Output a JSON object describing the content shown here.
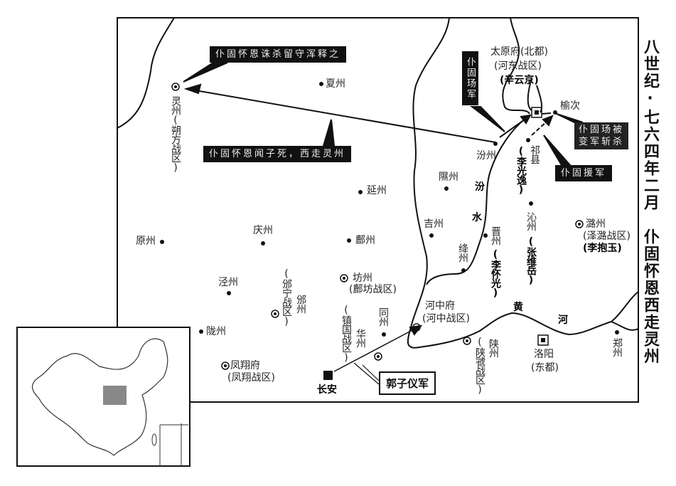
{
  "title": "八世纪·七六四年二月　仆固怀恩西走灵州",
  "callouts": {
    "killed_hun": "仆固怀恩诛杀留守浑释之",
    "flee_west": "仆固怀恩闻子死，西走灵州",
    "pugu_yang_army": "仆固玚军",
    "pugu_yang_killed_1": "仆固玚被",
    "pugu_yang_killed_2": "变军斩杀",
    "pugu_reinforce": "仆固援军",
    "guo_ziyi_army": "郭子仪军"
  },
  "places": {
    "lingzhou": "灵州",
    "lingzhou_zone": "(朔方战区)",
    "xiazhou": "夏州",
    "taiyuan": "太原府(北都)",
    "taiyuan_zone": "(河东战区)",
    "taiyuan_general": "(辛云京)",
    "yuci": "榆次",
    "fenzhou": "汾州",
    "qixian": "祁县",
    "qixian_general": "(李光逸)",
    "xizhou": "隰州",
    "jizhou": "吉州",
    "jinzhou": "晋州",
    "jinzhou_general": "(李怀光)",
    "qinzhou": "沁州",
    "qinzhou_general": "(张维岳)",
    "luzhou": "潞州",
    "luzhou_zone": "(泽潞战区)",
    "luzhou_general": "(李抱玉)",
    "jiangzhou": "绛州",
    "yanzhou": "延州",
    "qingzhou": "庆州",
    "yuanzhou": "原州",
    "fuzhou": "鄜州",
    "jingzhou": "泾州",
    "fangzhou": "坊州",
    "fangzhou_zone": "(鄜坊战区)",
    "binzhou": "邠州",
    "binzhou_zone": "(邠宁战区)",
    "longzhou": "陇州",
    "fengxiang": "凤翔府",
    "fengxiang_zone": "(凤翔战区)",
    "huazhou": "华州",
    "huazhou_zone": "(镇国战区)",
    "tongzhou": "同州",
    "hezhong": "河中府",
    "hezhong_zone": "(河中战区)",
    "shanzhou": "陕州",
    "shanzhou_zone": "(陕虢战区)",
    "luoyang": "洛阳",
    "luoyang_alt": "(东都)",
    "zhengzhou": "郑州",
    "changan": "长安"
  },
  "rivers": {
    "fen_1": "汾",
    "fen_2": "水",
    "huang_1": "黄",
    "huang_2": "河"
  }
}
